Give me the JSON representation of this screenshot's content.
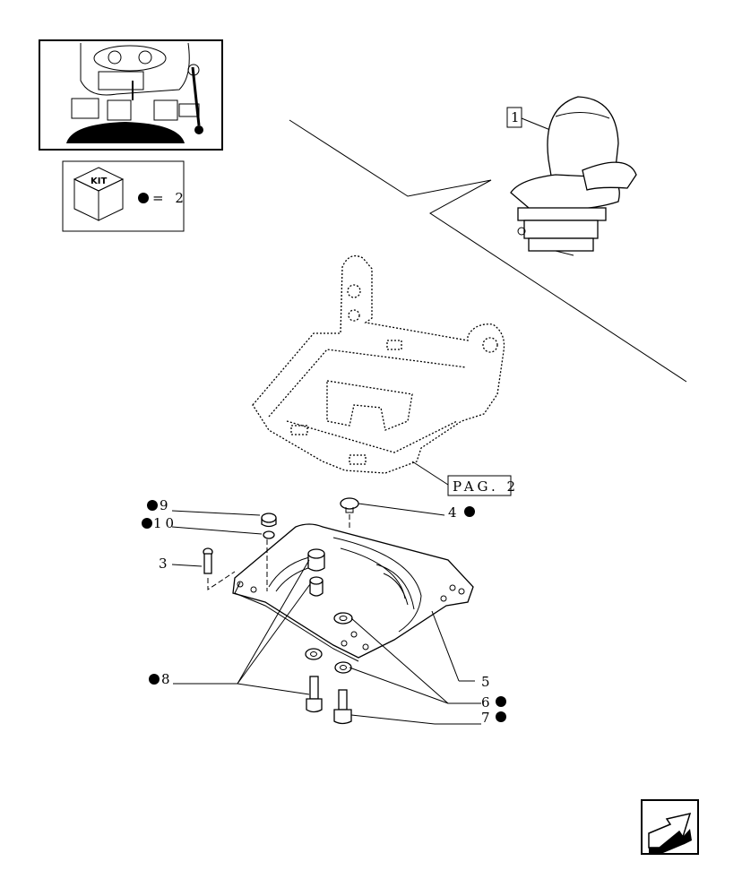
{
  "kit_box": {
    "kit_text": "KIT",
    "equation": "= 2"
  },
  "page_ref": "PAG. 2",
  "callouts": [
    {
      "id": "c1",
      "text": "1",
      "dot": false
    },
    {
      "id": "c9",
      "text": "9",
      "dot": true
    },
    {
      "id": "c10",
      "text": "10",
      "dot": true
    },
    {
      "id": "c3",
      "text": "3",
      "dot": false
    },
    {
      "id": "c4",
      "text": "4",
      "dot": true
    },
    {
      "id": "c8",
      "text": "8",
      "dot": true
    },
    {
      "id": "c5",
      "text": "5",
      "dot": false
    },
    {
      "id": "c6",
      "text": "6",
      "dot": true
    },
    {
      "id": "c7",
      "text": "7",
      "dot": true
    }
  ],
  "icons": [
    "tractor-cab-thumbnail",
    "kit-cube-icon",
    "seat-assembly-icon",
    "seat-frame-drawing",
    "swivel-plate-drawing",
    "next-page-arrow-icon"
  ]
}
